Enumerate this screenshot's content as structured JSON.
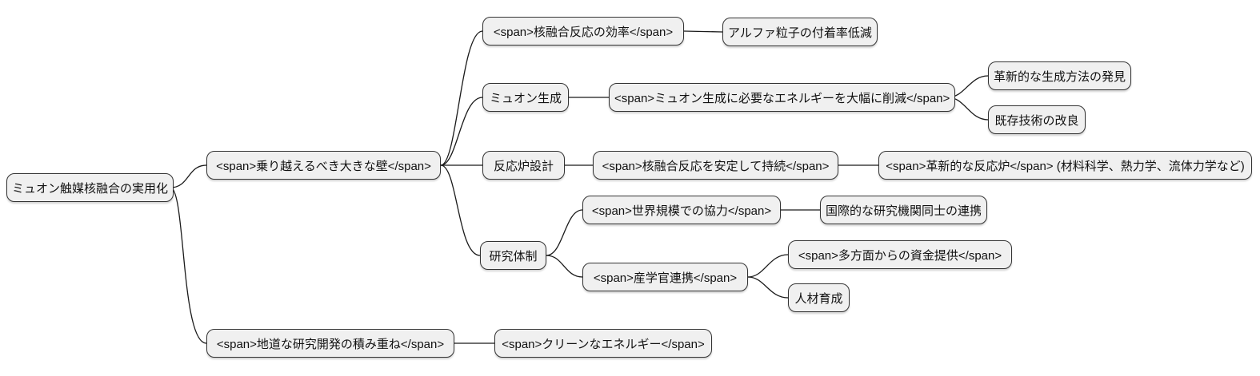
{
  "diagram_type": "mindmap",
  "colors": {
    "background": "#ffffff",
    "node_fill": "#f0f0f0",
    "node_border": "#333333",
    "edge": "#1a1a1a",
    "text": "#111111"
  },
  "nodes": {
    "root": {
      "label": "ミュオン触媒核融合の実用化"
    },
    "wall": {
      "label": "<span>乗り越えるべき大きな壁</span>"
    },
    "steady": {
      "label": "<span>地道な研究開発の積み重ね</span>"
    },
    "eff": {
      "label": "<span>核融合反応の効率</span>"
    },
    "alpha": {
      "label": "アルファ粒子の付着率低減"
    },
    "muon": {
      "label": "ミュオン生成"
    },
    "muon_energy": {
      "label": "<span>ミュオン生成に必要なエネルギーを大幅に削減</span>"
    },
    "innovative_generation": {
      "label": "革新的な生成方法の発見"
    },
    "existing_improvement": {
      "label": "既存技術の改良"
    },
    "reactor_design": {
      "label": "反応炉設計"
    },
    "stable_fusion": {
      "label": "<span>核融合反応を安定して持続</span>"
    },
    "innovative_reactor": {
      "label": "<span>革新的な反応炉</span> (材料科学、熱力学、流体力学など)"
    },
    "research_org": {
      "label": "研究体制"
    },
    "global_coop": {
      "label": "<span>世界規模での協力</span>"
    },
    "intl_institutes": {
      "label": "国際的な研究機関同士の連携"
    },
    "industry_gov_academia": {
      "label": "<span>産学官連携</span>"
    },
    "funding": {
      "label": "<span>多方面からの資金提供</span>"
    },
    "talent": {
      "label": "人材育成"
    },
    "clean_energy": {
      "label": "<span>クリーンなエネルギー</span>"
    }
  },
  "hierarchy": {
    "root": [
      "wall",
      "steady"
    ],
    "wall": [
      "eff",
      "muon",
      "reactor_design",
      "research_org"
    ],
    "eff": [
      "alpha"
    ],
    "muon": [
      "muon_energy"
    ],
    "muon_energy": [
      "innovative_generation",
      "existing_improvement"
    ],
    "reactor_design": [
      "stable_fusion"
    ],
    "stable_fusion": [
      "innovative_reactor"
    ],
    "research_org": [
      "global_coop",
      "industry_gov_academia"
    ],
    "global_coop": [
      "intl_institutes"
    ],
    "industry_gov_academia": [
      "funding",
      "talent"
    ],
    "steady": [
      "clean_energy"
    ]
  }
}
